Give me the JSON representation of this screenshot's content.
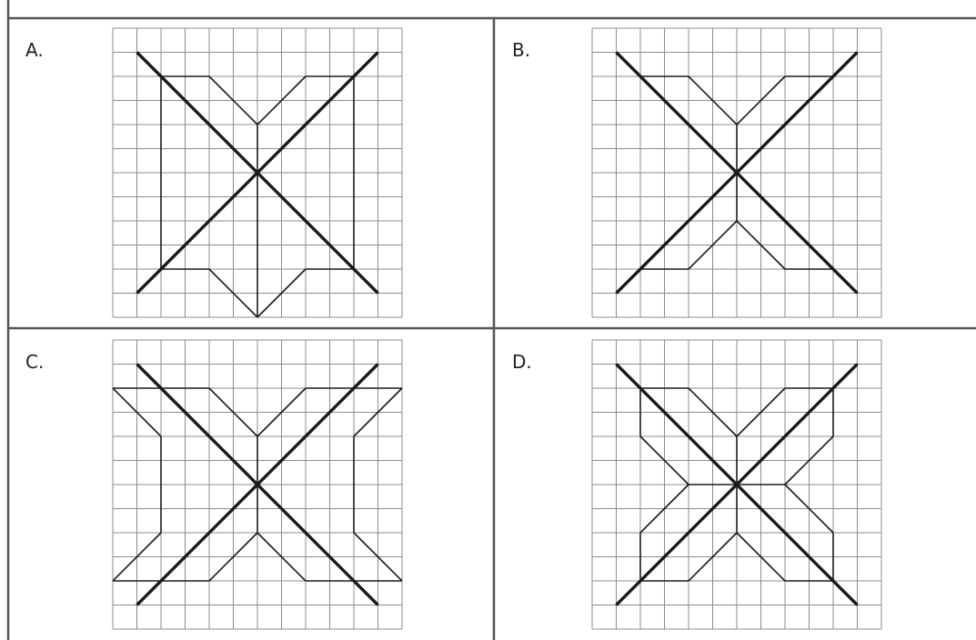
{
  "panels": [
    {
      "id": "a",
      "label": "A.",
      "shape_segments": [
        [
          [
            2,
            2
          ],
          [
            4,
            2
          ]
        ],
        [
          [
            4,
            2
          ],
          [
            6,
            4
          ]
        ],
        [
          [
            6,
            4
          ],
          [
            8,
            2
          ]
        ],
        [
          [
            8,
            2
          ],
          [
            10,
            2
          ]
        ],
        [
          [
            2,
            2
          ],
          [
            2,
            10
          ]
        ],
        [
          [
            10,
            2
          ],
          [
            10,
            10
          ]
        ],
        [
          [
            6,
            4
          ],
          [
            6,
            12
          ]
        ],
        [
          [
            2,
            10
          ],
          [
            4,
            10
          ]
        ],
        [
          [
            4,
            10
          ],
          [
            6,
            12
          ]
        ],
        [
          [
            6,
            12
          ],
          [
            8,
            10
          ]
        ],
        [
          [
            8,
            10
          ],
          [
            10,
            10
          ]
        ]
      ]
    },
    {
      "id": "b",
      "label": "B.",
      "shape_segments": [
        [
          [
            2,
            2
          ],
          [
            4,
            2
          ]
        ],
        [
          [
            4,
            2
          ],
          [
            6,
            4
          ]
        ],
        [
          [
            6,
            4
          ],
          [
            8,
            2
          ]
        ],
        [
          [
            8,
            2
          ],
          [
            10,
            2
          ]
        ],
        [
          [
            6,
            4
          ],
          [
            6,
            8
          ]
        ],
        [
          [
            6,
            8
          ],
          [
            4,
            10
          ]
        ],
        [
          [
            4,
            10
          ],
          [
            2,
            10
          ]
        ],
        [
          [
            6,
            8
          ],
          [
            8,
            10
          ]
        ],
        [
          [
            8,
            10
          ],
          [
            10,
            10
          ]
        ]
      ]
    },
    {
      "id": "c",
      "label": "C.",
      "shape_segments": [
        [
          [
            0,
            2
          ],
          [
            4,
            2
          ]
        ],
        [
          [
            4,
            2
          ],
          [
            6,
            4
          ]
        ],
        [
          [
            6,
            4
          ],
          [
            8,
            2
          ]
        ],
        [
          [
            8,
            2
          ],
          [
            12,
            2
          ]
        ],
        [
          [
            0,
            2
          ],
          [
            2,
            4
          ]
        ],
        [
          [
            2,
            4
          ],
          [
            2,
            8
          ]
        ],
        [
          [
            2,
            8
          ],
          [
            0,
            10
          ]
        ],
        [
          [
            12,
            2
          ],
          [
            10,
            4
          ]
        ],
        [
          [
            10,
            4
          ],
          [
            10,
            8
          ]
        ],
        [
          [
            10,
            8
          ],
          [
            12,
            10
          ]
        ],
        [
          [
            6,
            4
          ],
          [
            6,
            8
          ]
        ],
        [
          [
            0,
            10
          ],
          [
            4,
            10
          ]
        ],
        [
          [
            4,
            10
          ],
          [
            6,
            8
          ]
        ],
        [
          [
            6,
            8
          ],
          [
            8,
            10
          ]
        ],
        [
          [
            8,
            10
          ],
          [
            12,
            10
          ]
        ]
      ]
    },
    {
      "id": "d",
      "label": "D.",
      "shape_segments": [
        [
          [
            2,
            2
          ],
          [
            4,
            2
          ]
        ],
        [
          [
            4,
            2
          ],
          [
            6,
            4
          ]
        ],
        [
          [
            6,
            4
          ],
          [
            8,
            2
          ]
        ],
        [
          [
            8,
            2
          ],
          [
            10,
            2
          ]
        ],
        [
          [
            2,
            2
          ],
          [
            2,
            4
          ]
        ],
        [
          [
            2,
            4
          ],
          [
            4,
            6
          ]
        ],
        [
          [
            4,
            6
          ],
          [
            2,
            8
          ]
        ],
        [
          [
            2,
            8
          ],
          [
            2,
            10
          ]
        ],
        [
          [
            10,
            2
          ],
          [
            10,
            4
          ]
        ],
        [
          [
            10,
            4
          ],
          [
            8,
            6
          ]
        ],
        [
          [
            8,
            6
          ],
          [
            10,
            8
          ]
        ],
        [
          [
            10,
            8
          ],
          [
            10,
            10
          ]
        ],
        [
          [
            6,
            4
          ],
          [
            6,
            8
          ]
        ],
        [
          [
            4,
            6
          ],
          [
            8,
            6
          ]
        ],
        [
          [
            2,
            10
          ],
          [
            4,
            10
          ]
        ],
        [
          [
            4,
            10
          ],
          [
            6,
            8
          ]
        ],
        [
          [
            6,
            8
          ],
          [
            8,
            10
          ]
        ],
        [
          [
            8,
            10
          ],
          [
            10,
            10
          ]
        ]
      ]
    }
  ],
  "diagonal_lines": [
    [
      [
        1,
        1
      ],
      [
        11,
        11
      ]
    ],
    [
      [
        1,
        11
      ],
      [
        11,
        1
      ]
    ]
  ],
  "grid_cells": 12,
  "colors": {
    "grid": "#8c8c8c",
    "ink": "#1a1a1a",
    "border": "#555555"
  }
}
